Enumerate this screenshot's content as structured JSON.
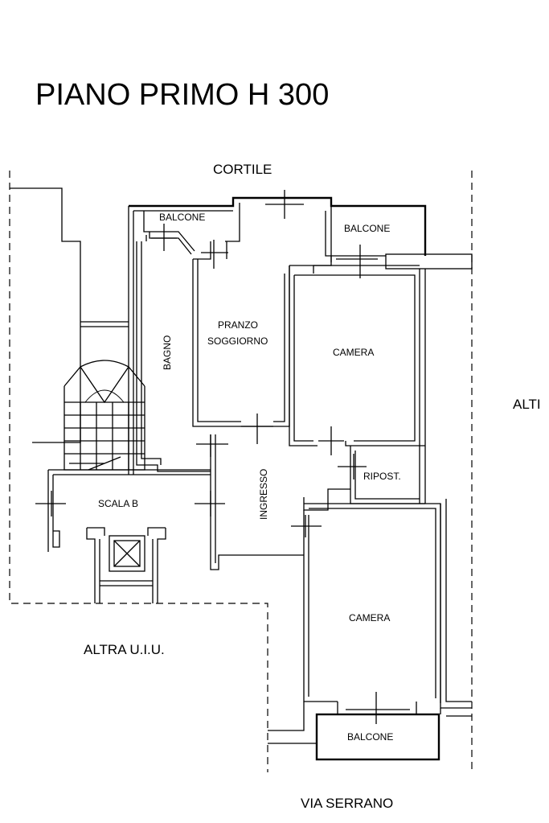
{
  "title": "PIANO PRIMO H 300",
  "labels": {
    "courtyard": "CORTILE",
    "street": "VIA SERRANO",
    "other_unit_left": "ALTRA U.I.U.",
    "other_unit_right_partial": "ALTI"
  },
  "rooms": {
    "balcony_top_left": "BALCONE",
    "balcony_top_right": "BALCONE",
    "balcony_bottom": "BALCONE",
    "bathroom": "BAGNO",
    "dining_living_line1": "PRANZO",
    "dining_living_line2": "SOGGIORNO",
    "bedroom_top": "CAMERA",
    "bedroom_bottom": "CAMERA",
    "storage": "RIPOST.",
    "entrance": "INGRESSO",
    "stair": "SCALA B"
  }
}
